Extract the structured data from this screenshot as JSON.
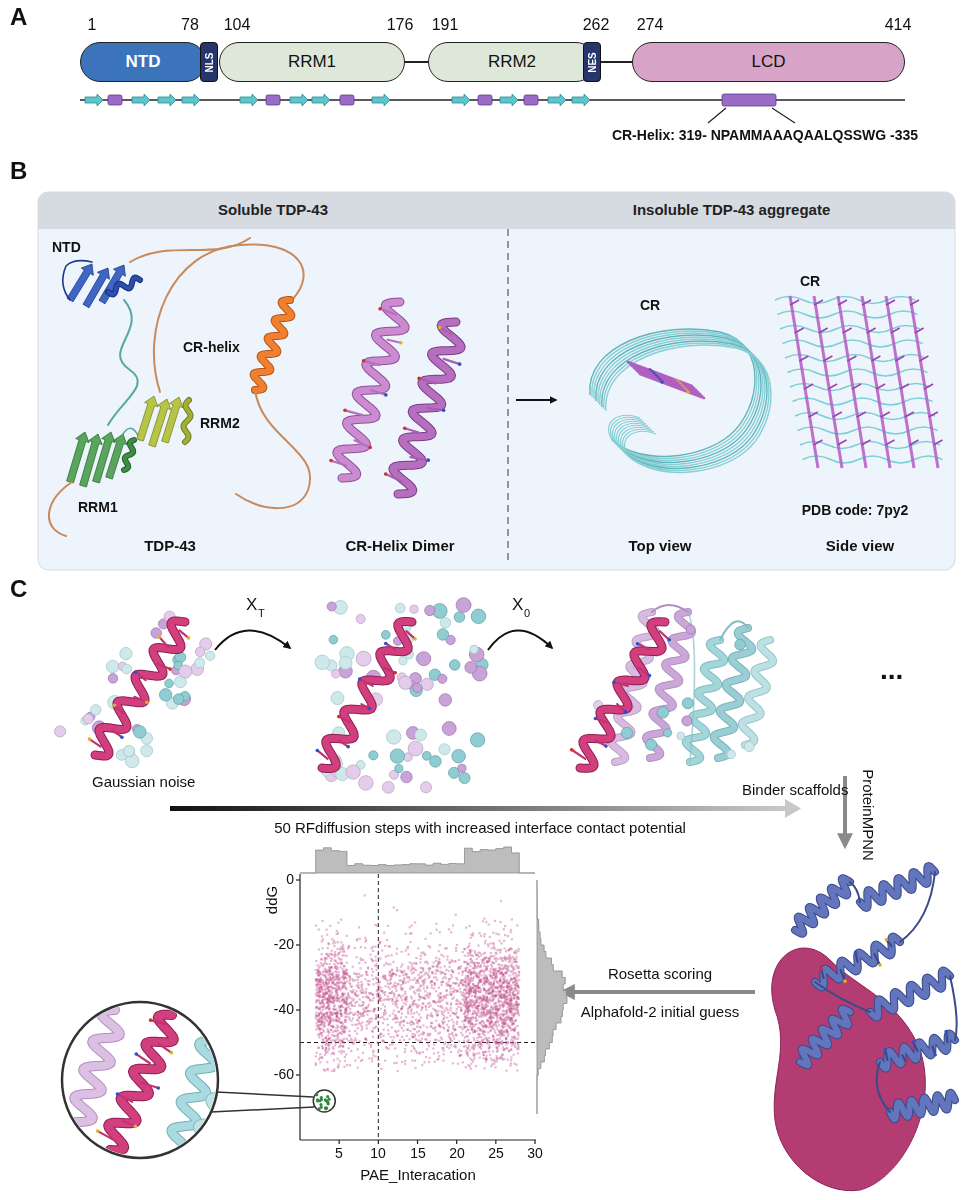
{
  "diagram": {
    "nodes": [
      {
        "text": [
          "NTD"
        ]
      },
      {
        "text": [
          "NLS"
        ]
      },
      {
        "text": [
          "RRM1"
        ]
      },
      {
        "text": [
          "RRM2"
        ]
      },
      {
        "text": [
          "NES"
        ]
      },
      {
        "text": [
          "LCD"
        ]
      },
      {
        "text": [
          "Soluble TDP-43"
        ]
      },
      {
        "text": [
          "Insoluble TDP-43 aggregate"
        ]
      }
    ],
    "edges": [
      {
        "from": 2,
        "to": 3,
        "arrow": "none"
      },
      {
        "from": 4,
        "to": 5,
        "arrow": "none"
      }
    ],
    "labels": [
      "A",
      "1",
      "78",
      "104",
      "176",
      "191",
      "262",
      "274",
      "414",
      "CR-Helix: 319- NPAMMAAAQAALQSSWG -335",
      "B",
      "NTD",
      "CR-helix",
      "RRM2",
      "RRM1",
      "TDP-43",
      "CR-Helix Dimer",
      "CR",
      "Top view",
      "CR",
      "PDB code: 7py2",
      "Side view",
      "C",
      "X",
      "T",
      "X",
      "0",
      "Gaussian noise",
      "Binder scaffolds",
      "...",
      "50 RFdiffusion steps with increased interface contact potential",
      "ProteinMPNN",
      "Rosetta scoring",
      "Alphafold-2 initial guess",
      "ddG",
      "0",
      "-20",
      "-40",
      "-60",
      "5",
      "10",
      "15",
      "20",
      "25",
      "30",
      "PAE_Interacation"
    ]
  }
}
